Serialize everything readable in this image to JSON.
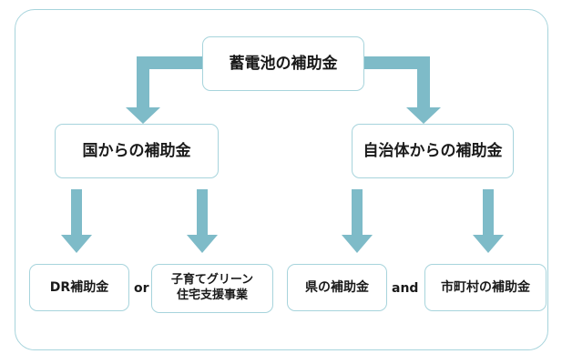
{
  "diagram": {
    "root": "蓄電池の補助金",
    "branches": [
      {
        "label": "国からの補助金",
        "children": [
          "DR補助金",
          [
            "子育てグリーン",
            "住宅支援事業"
          ]
        ],
        "connector": "or"
      },
      {
        "label": "自治体からの補助金",
        "children": [
          "県の補助金",
          "市町村の補助金"
        ],
        "connector": "and"
      }
    ],
    "colors": {
      "arrow": "#7ebbc8",
      "border": "#a7d4dc",
      "text": "#1a1a1a"
    }
  }
}
